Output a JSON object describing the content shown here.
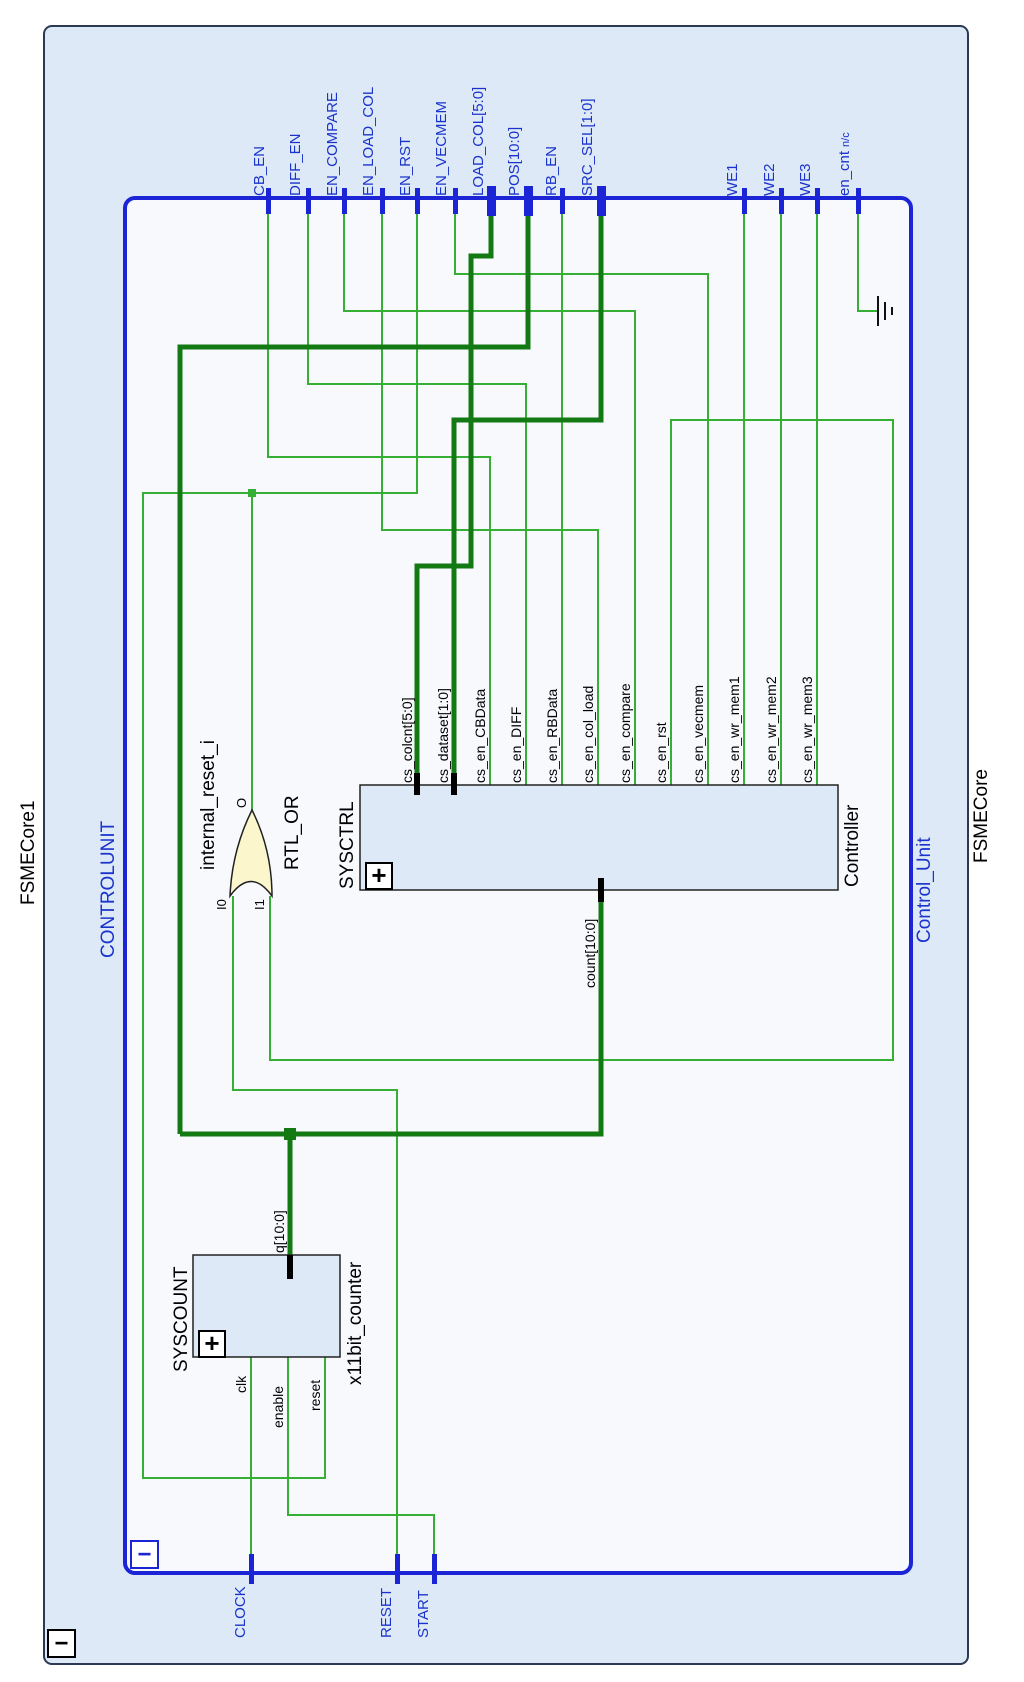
{
  "outer": {
    "name": "FSMECore1",
    "type": "FSMECore",
    "collapse_glyph": "−"
  },
  "unit": {
    "name": "CONTROLUNIT",
    "type": "Control_Unit",
    "collapse_glyph": "−"
  },
  "inputs": [
    {
      "id": "clock",
      "label": "CLOCK"
    },
    {
      "id": "reset",
      "label": "RESET"
    },
    {
      "id": "start",
      "label": "START"
    }
  ],
  "outputs": [
    {
      "id": "cb_en",
      "label": "CB_EN"
    },
    {
      "id": "diff_en",
      "label": "DIFF_EN"
    },
    {
      "id": "en_compare",
      "label": "EN_COMPARE"
    },
    {
      "id": "en_load_col",
      "label": "EN_LOAD_COL"
    },
    {
      "id": "en_rst",
      "label": "EN_RST"
    },
    {
      "id": "en_vecmem",
      "label": "EN_VECMEM"
    },
    {
      "id": "load_col",
      "label": "LOAD_COL[5:0]"
    },
    {
      "id": "pos",
      "label": "POS[10:0]"
    },
    {
      "id": "rb_en",
      "label": "RB_EN"
    },
    {
      "id": "src_sel",
      "label": "SRC_SEL[1:0]"
    },
    {
      "id": "we1",
      "label": "WE1"
    },
    {
      "id": "we2",
      "label": "WE2"
    },
    {
      "id": "we3",
      "label": "WE3"
    },
    {
      "id": "en_cnt",
      "label": "en_cnt",
      "note": "n/c"
    }
  ],
  "syscount": {
    "instance": "SYSCOUNT",
    "module": "x11bit_counter",
    "expand_glyph": "+",
    "ports": {
      "clk": "clk",
      "enable": "enable",
      "reset": "reset",
      "q": "q[10:0]"
    }
  },
  "sysctrl": {
    "instance": "SYSCTRL",
    "module": "Controller",
    "expand_glyph": "+",
    "input_port": "count[10:0]",
    "outputs": [
      "cs_colcnt[5:0]",
      "cs_dataset[1:0]",
      "cs_en_CBData",
      "cs_en_DIFF",
      "cs_en_RBData",
      "cs_en_col_load",
      "cs_en_compare",
      "cs_en_rst",
      "cs_en_vecmem",
      "cs_en_wr_mem1",
      "cs_en_wr_mem2",
      "cs_en_wr_mem3"
    ]
  },
  "orgate": {
    "instance": "internal_reset_i",
    "type": "RTL_OR",
    "pins": {
      "i0": "I0",
      "i1": "I1",
      "o": "O"
    }
  },
  "colors": {
    "background": "#dde9f6",
    "frame": "#2b3a52",
    "unit_border": "#1c25d6",
    "port_text": "#1a33cc",
    "wire": "#35b035",
    "bus": "#137a13",
    "gate_fill": "#fbf6cc"
  }
}
